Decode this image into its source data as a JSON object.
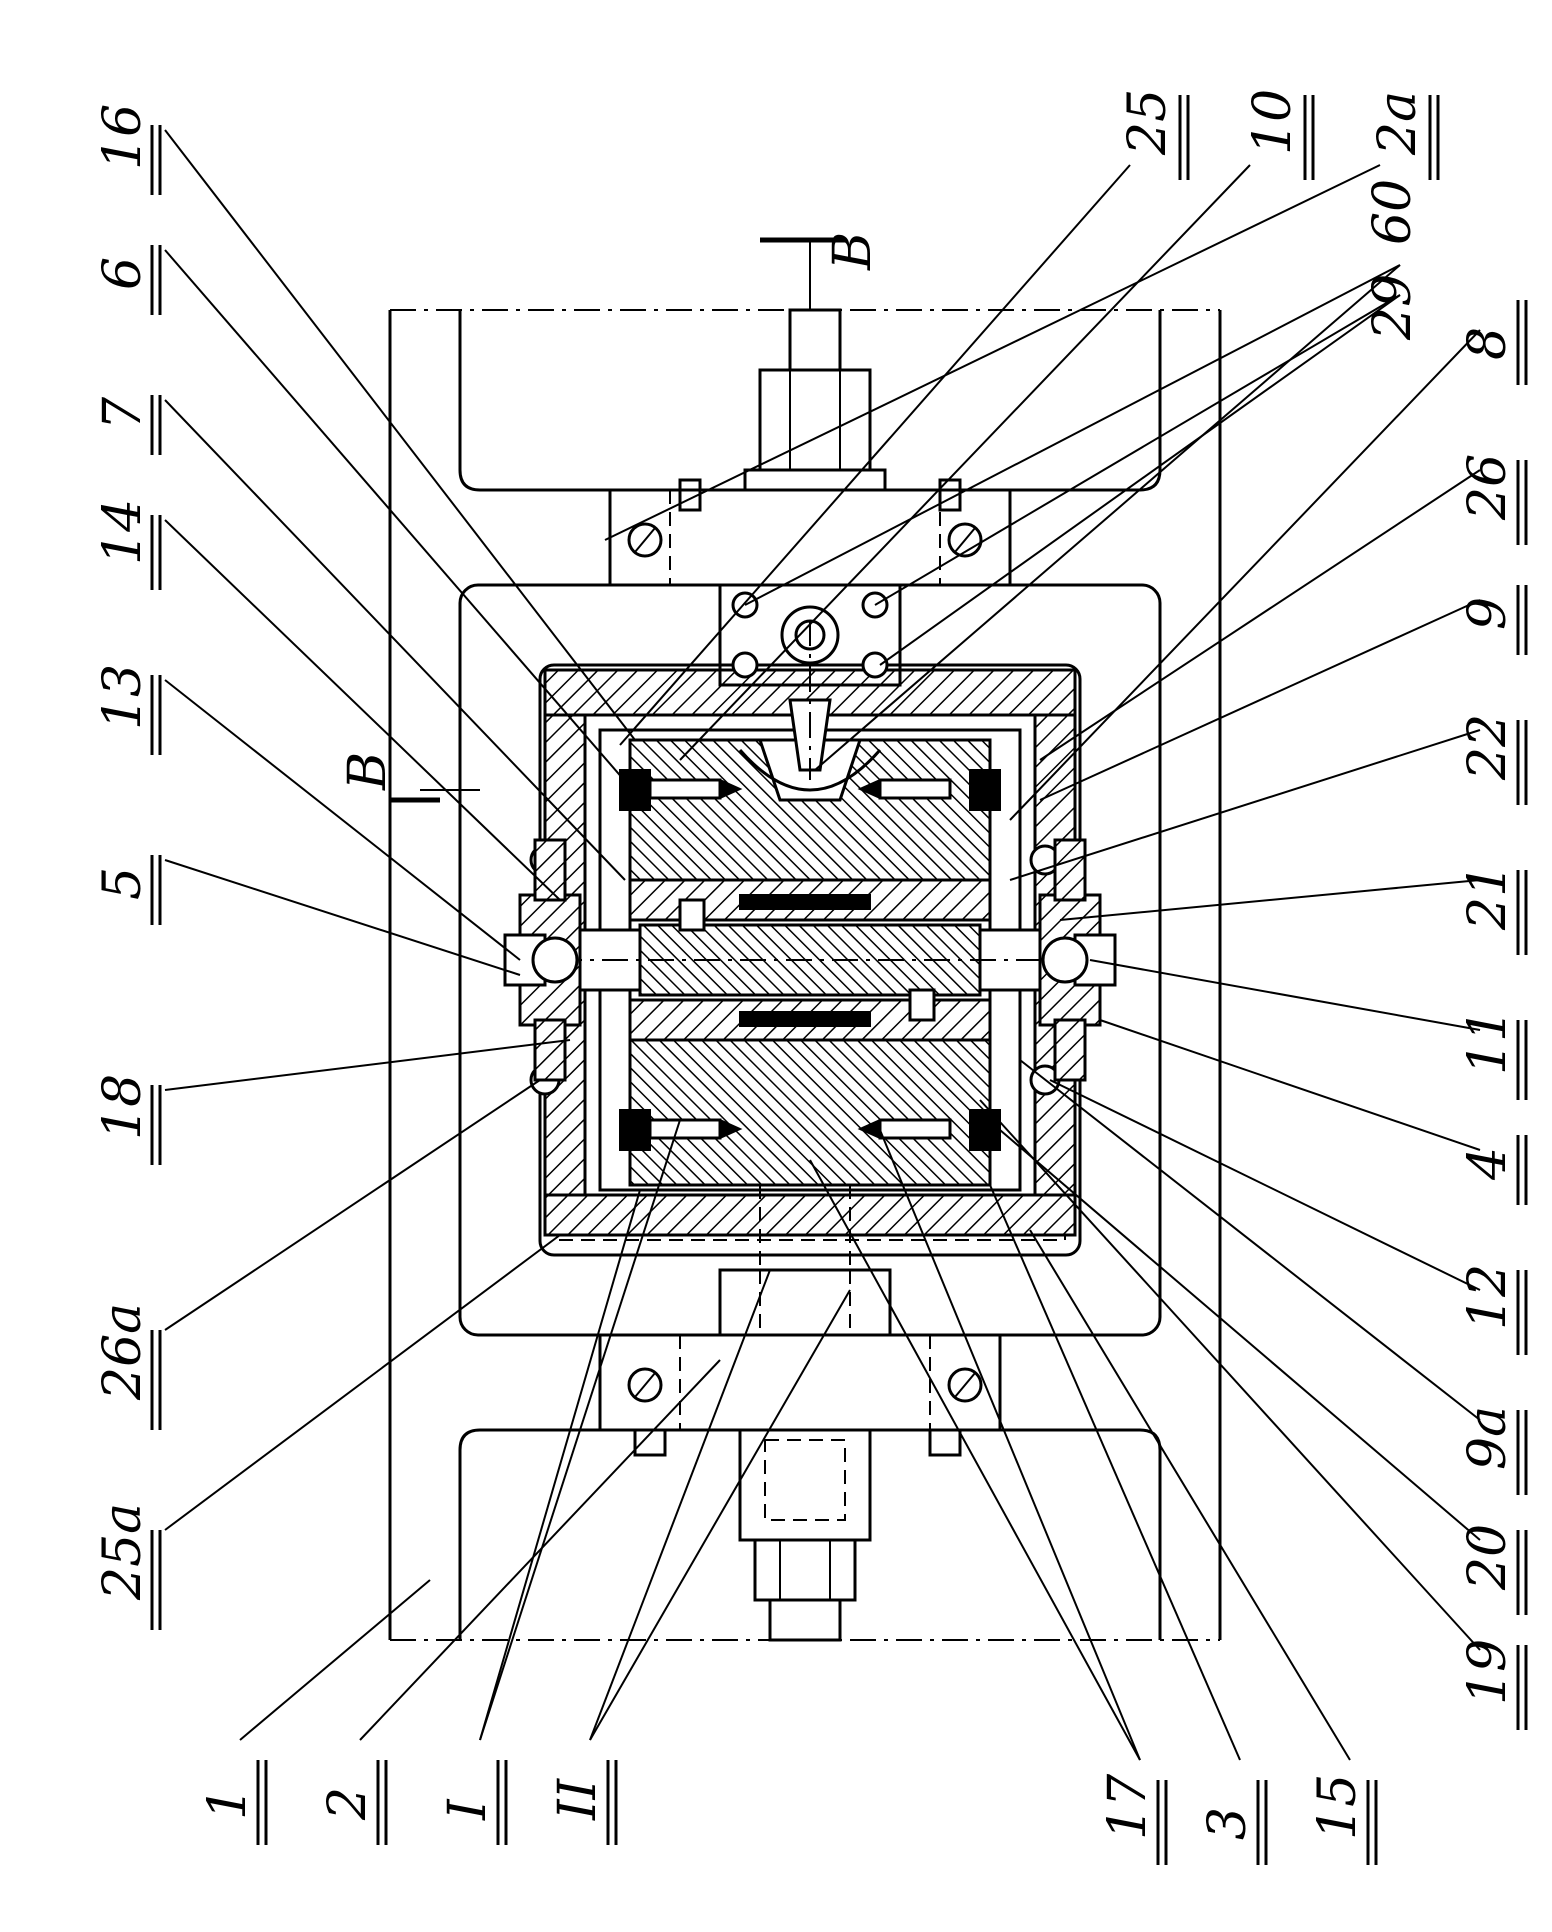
{
  "labels": {
    "left_row": [
      "25a",
      "26a",
      "18",
      "5",
      "13",
      "14",
      "7",
      "6",
      "16"
    ],
    "top_row": [
      "25",
      "10",
      "2a",
      "60",
      "29"
    ],
    "right_row": [
      "8",
      "26",
      "9",
      "22",
      "21",
      "11",
      "4",
      "12",
      "9a",
      "20",
      "19"
    ],
    "bottom_row": [
      "1",
      "2",
      "I",
      "II",
      "17",
      "3",
      "15"
    ],
    "section_marks": [
      "B",
      "B"
    ]
  }
}
